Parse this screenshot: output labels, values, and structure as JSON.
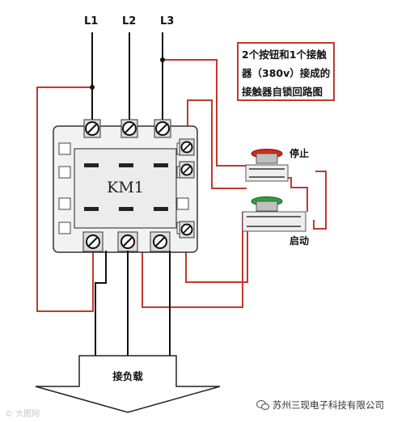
{
  "phase_labels": [
    "L1",
    "L2",
    "L3"
  ],
  "contactor": {
    "label": "KM1"
  },
  "note_lines": [
    "2个按钮和1个接触",
    "器（380v）接成的",
    "接触器自锁回路图"
  ],
  "stop_button": {
    "label": "停止",
    "color": "#d42a1e"
  },
  "start_button": {
    "label": "启动",
    "color": "#2ea043"
  },
  "load_label": "接负载",
  "watermark_left": "© 大图网",
  "watermark_right": "苏州三现电子科技有限公司",
  "colors": {
    "wire_control": "#c0392b",
    "wire_power": "#111111",
    "body": "#f2f2f2"
  }
}
